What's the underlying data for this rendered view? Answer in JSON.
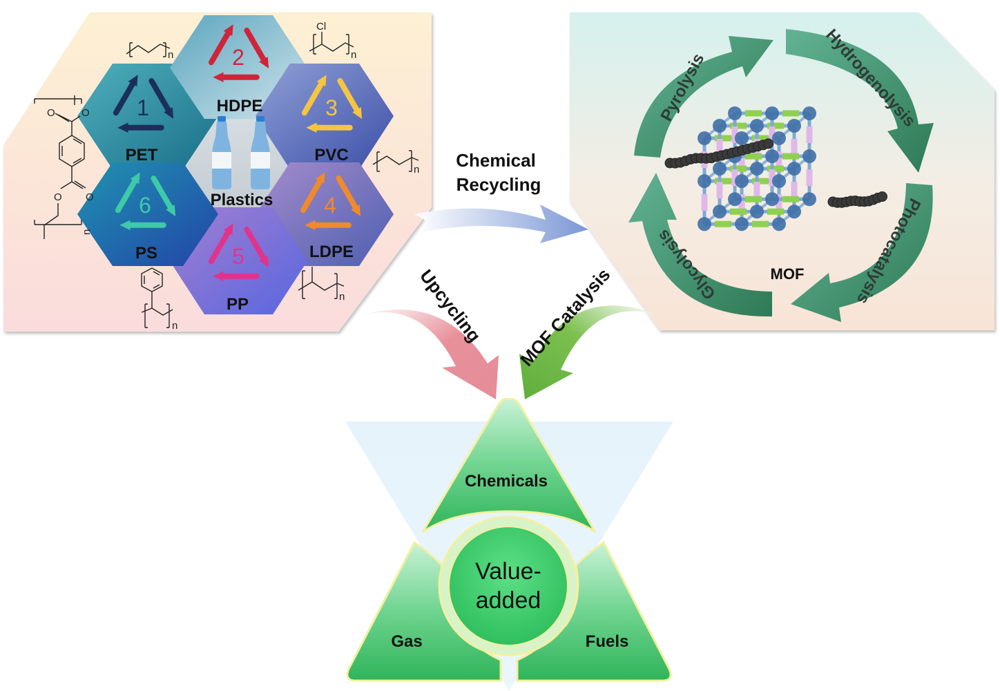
{
  "figure": {
    "title": "MOF catalysis for chemical recycling and upcycling of plastics"
  },
  "plastics_panel": {
    "center_label": "Plastics",
    "hexagons": [
      {
        "code": "1",
        "name": "PET",
        "arrow_color": "#1b2f5a",
        "fill": "#2a8ea0"
      },
      {
        "code": "2",
        "name": "HDPE",
        "arrow_color": "#d0243a",
        "fill": "#8fc0d0"
      },
      {
        "code": "3",
        "name": "PVC",
        "arrow_color": "#f5c542",
        "fill": "#5a6ab8"
      },
      {
        "code": "4",
        "name": "LDPE",
        "arrow_color": "#f08a2a",
        "fill": "#7a78c0"
      },
      {
        "code": "5",
        "name": "PP",
        "arrow_color": "#e0348c",
        "fill": "#8a70d8"
      },
      {
        "code": "6",
        "name": "PS",
        "arrow_color": "#3ec9a8",
        "fill": "#1f7fb0"
      }
    ],
    "structures": {
      "subscript": "n",
      "pvc_substituent": "Cl",
      "pet_oxygen": "O"
    }
  },
  "arrows": {
    "chemical_recycling": {
      "line1": "Chemical",
      "line2": "Recycling",
      "color": "#7b97d6"
    },
    "upcycling": {
      "label": "Upcycling",
      "color": "#e8909a"
    },
    "mof_catalysis": {
      "label": "MOF Catalysis",
      "color": "#6db345"
    }
  },
  "mof_panel": {
    "center_label": "MOF",
    "processes": [
      "Pyrolysis",
      "Hydrogenolysis",
      "Photocatalysis",
      "Glycolysis"
    ],
    "arrow_color": "#3e8f6c"
  },
  "products": {
    "center": {
      "line1": "Value-",
      "line2": "added"
    },
    "segments": [
      "Chemicals",
      "Gas",
      "Fuels"
    ],
    "fill": "#3fbf64"
  }
}
